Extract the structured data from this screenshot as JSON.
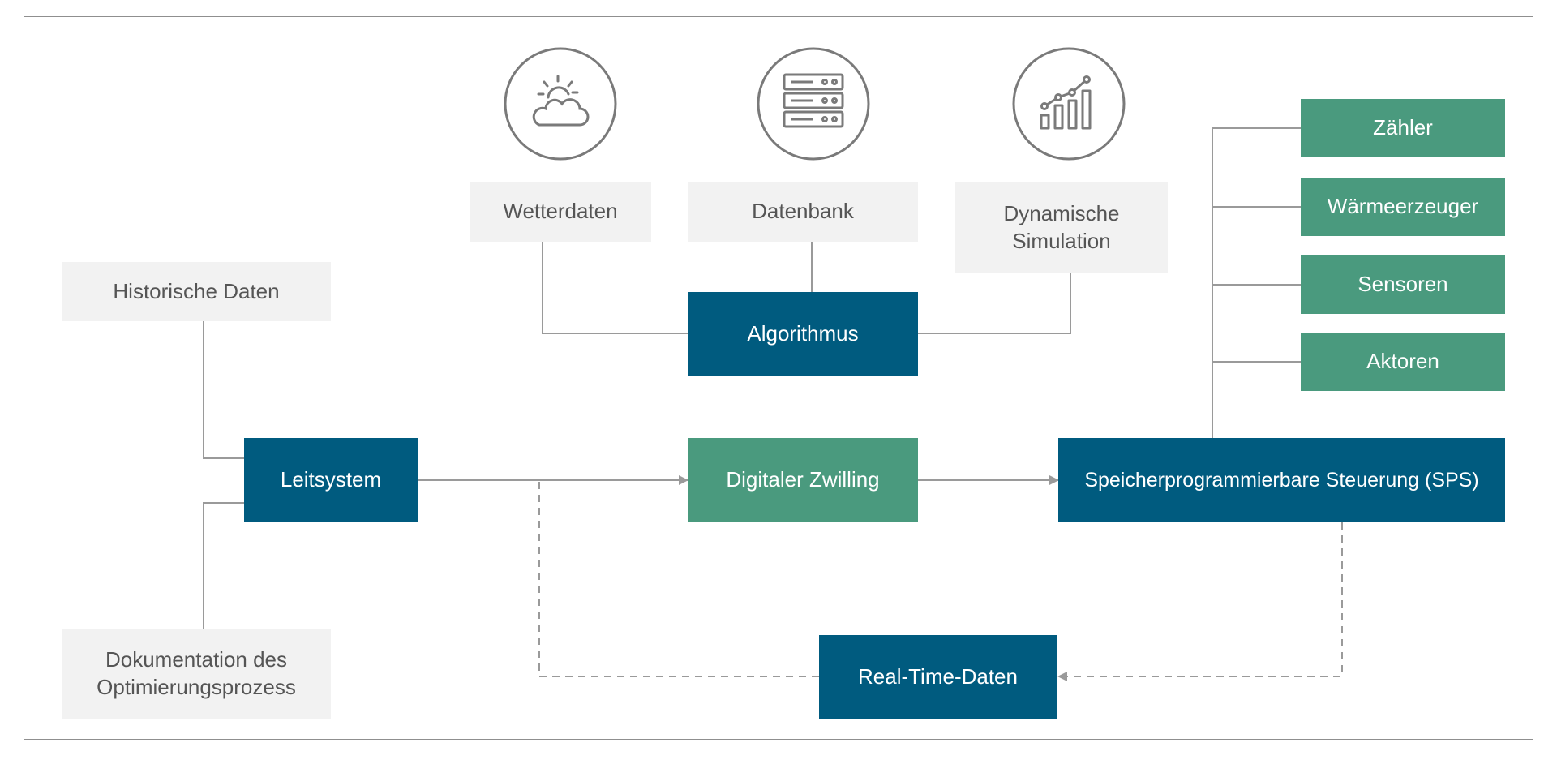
{
  "colors": {
    "primary": "#005b7f",
    "secondary": "#4a9a7e",
    "source": "#f2f2f2",
    "line": "#9a9a9a",
    "icon": "#7a7a7a"
  },
  "icons": [
    "weather-icon",
    "database-icon",
    "chart-icon"
  ],
  "sources": {
    "weather": "Wetterdaten",
    "database": "Datenbank",
    "simulation": "Dynamische\nSimulation",
    "history": "Historische Daten",
    "documentation": "Dokumentation des\nOptimierungsprozess"
  },
  "nodes": {
    "algorithm": "Algorithmus",
    "control_system": "Leitsystem",
    "digital_twin": "Digitaler Zwilling",
    "plc": "Speicherprogrammierbare Steuerung (SPS)",
    "realtime": "Real-Time-Daten"
  },
  "devices": [
    "Zähler",
    "Wärmeerzeuger",
    "Sensoren",
    "Aktoren"
  ]
}
